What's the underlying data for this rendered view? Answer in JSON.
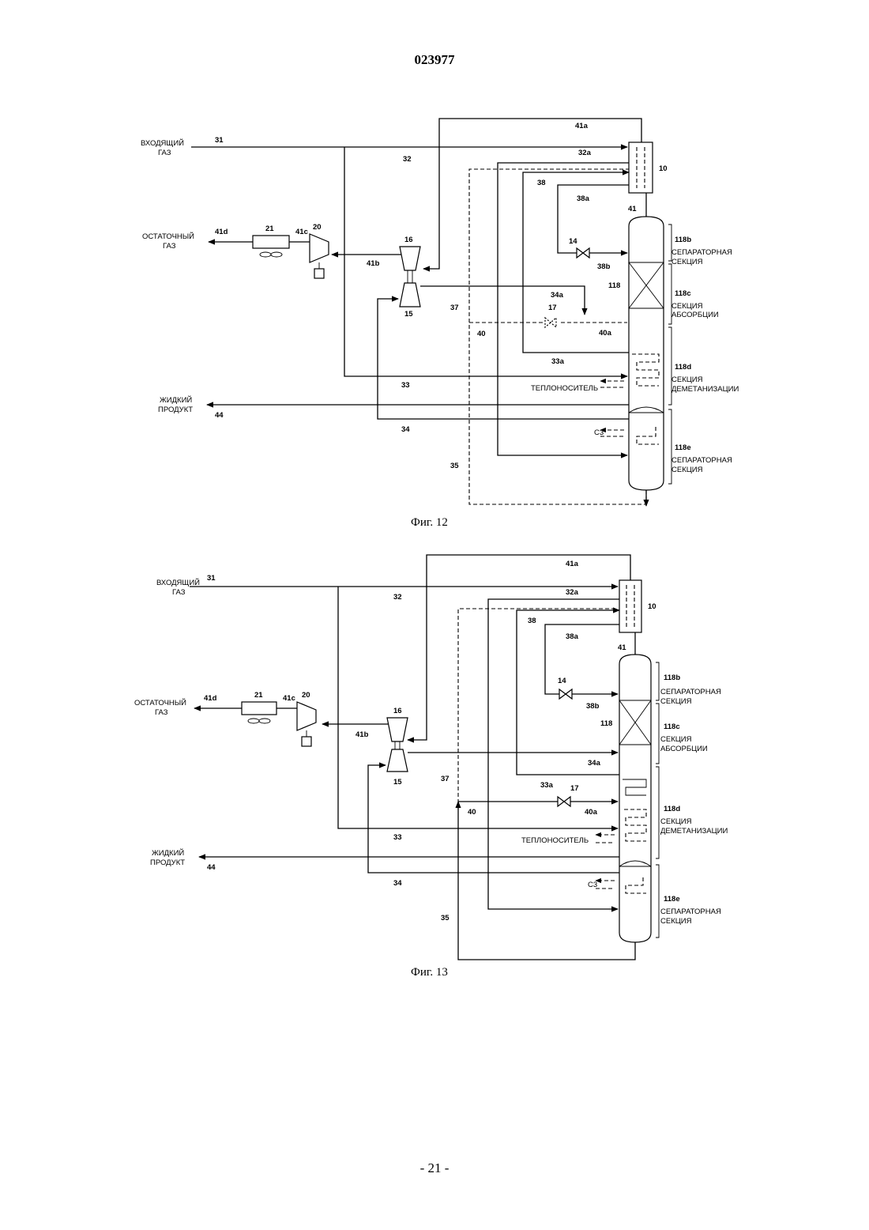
{
  "header": {
    "doc_number": "023977"
  },
  "footer": {
    "page": "- 21 -"
  },
  "fig12": {
    "caption": "Фиг. 12",
    "in_gas": [
      "ВХОДЯЩИЙ",
      "ГАЗ"
    ],
    "residue_gas": [
      "ОСТАТОЧНЫЙ",
      "ГАЗ"
    ],
    "liquid_product": [
      "ЖИДКИЙ",
      "ПРОДУКТ"
    ],
    "heat_medium": "ТЕПЛОНОСИТЕЛЬ",
    "c3": "C3",
    "sec_b": [
      "118b",
      "СЕПАРАТОРНАЯ",
      "СЕКЦИЯ"
    ],
    "sec_c": [
      "118c",
      "СЕКЦИЯ",
      "АБСОРБЦИИ"
    ],
    "sec_d": [
      "118d",
      "СЕКЦИЯ",
      "ДЕМЕТАНИЗАЦИИ"
    ],
    "sec_e": [
      "118e",
      "СЕПАРАТОРНАЯ",
      "СЕКЦИЯ"
    ],
    "labels": {
      "s31": "31",
      "s32": "32",
      "s32a": "32a",
      "s33": "33",
      "s33a": "33a",
      "s34": "34",
      "s34a": "34a",
      "s35": "35",
      "s37": "37",
      "s38": "38",
      "s38a": "38a",
      "s38b": "38b",
      "s40": "40",
      "s40a": "40a",
      "s41": "41",
      "s41a": "41a",
      "s41b": "41b",
      "s41c": "41c",
      "s41d": "41d",
      "s44": "44",
      "e10": "10",
      "e14": "14",
      "e15": "15",
      "e16": "16",
      "e17": "17",
      "e20": "20",
      "e21": "21",
      "e118": "118"
    }
  },
  "fig13": {
    "caption": "Фиг. 13",
    "in_gas": [
      "ВХОДЯЩИЙ",
      "ГАЗ"
    ],
    "residue_gas": [
      "ОСТАТОЧНЫЙ",
      "ГАЗ"
    ],
    "liquid_product": [
      "ЖИДКИЙ",
      "ПРОДУКТ"
    ],
    "heat_medium": "ТЕПЛОНОСИТЕЛЬ",
    "c3": "C3",
    "sec_b": [
      "118b",
      "СЕПАРАТОРНАЯ",
      "СЕКЦИЯ"
    ],
    "sec_c": [
      "118c",
      "СЕКЦИЯ",
      "АБСОРБЦИИ"
    ],
    "sec_d": [
      "118d",
      "СЕКЦИЯ",
      "ДЕМЕТАНИЗАЦИИ"
    ],
    "sec_e": [
      "118e",
      "СЕПАРАТОРНАЯ",
      "СЕКЦИЯ"
    ],
    "labels": {
      "s31": "31",
      "s32": "32",
      "s32a": "32a",
      "s33": "33",
      "s33a": "33a",
      "s34": "34",
      "s34a": "34a",
      "s35": "35",
      "s37": "37",
      "s38": "38",
      "s38a": "38a",
      "s38b": "38b",
      "s40": "40",
      "s40a": "40a",
      "s41": "41",
      "s41a": "41a",
      "s41b": "41b",
      "s41c": "41c",
      "s41d": "41d",
      "s44": "44",
      "e10": "10",
      "e14": "14",
      "e15": "15",
      "e16": "16",
      "e17": "17",
      "e20": "20",
      "e21": "21",
      "e118": "118"
    }
  }
}
